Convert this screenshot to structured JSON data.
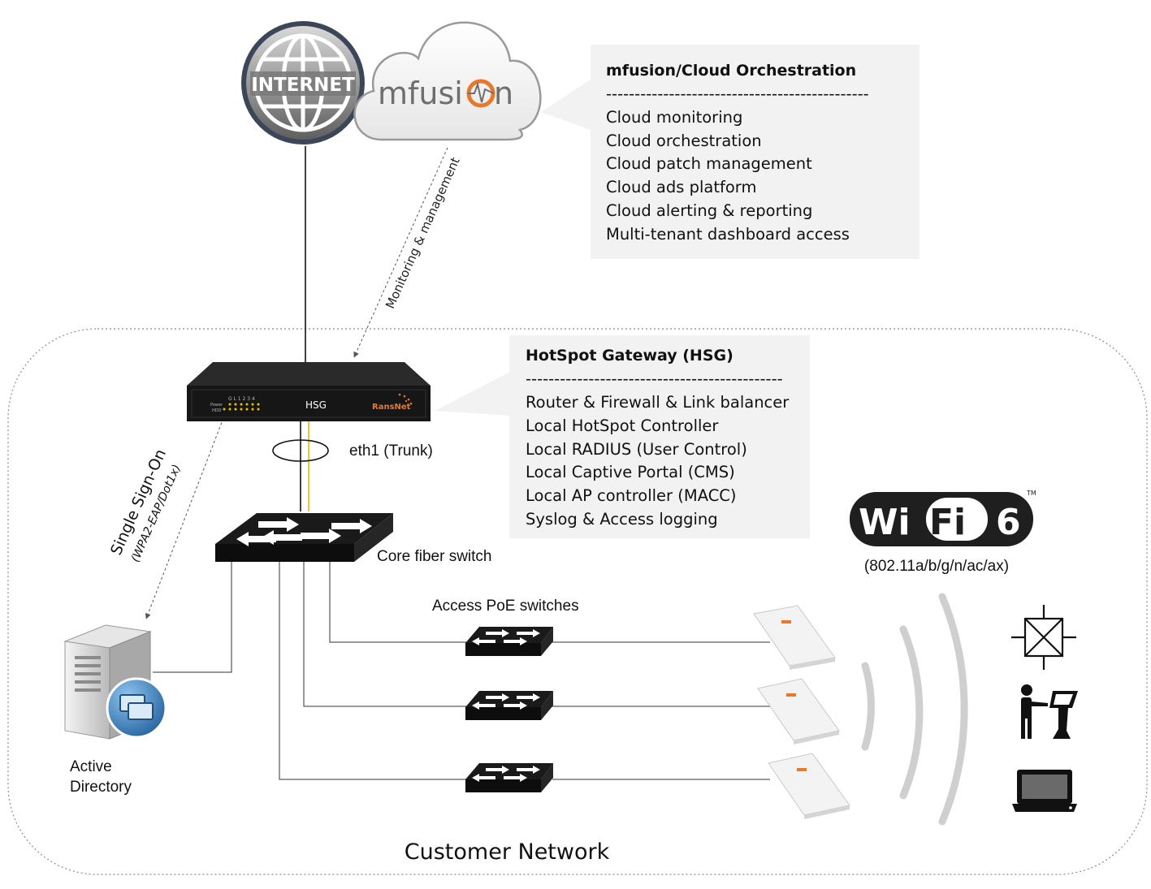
{
  "cloud": {
    "internet_label": "INTERNET",
    "mfusion_pre": "mfusi",
    "mfusion_post": "n"
  },
  "orchestration": {
    "title": "mfusion/Cloud Orchestration",
    "separator": "----------------------------------------------",
    "items": [
      "Cloud monitoring",
      "Cloud orchestration",
      "Cloud patch management",
      "Cloud ads platform",
      "Cloud alerting & reporting",
      "Multi-tenant dashboard access"
    ]
  },
  "hsg": {
    "title": "HotSpot Gateway (HSG)",
    "separator": "---------------------------------------------",
    "items": [
      "Router & Firewall & Link balancer",
      "Local HotSpot Controller",
      "Local RADIUS (User Control)",
      "Local Captive Portal (CMS)",
      "Local AP controller (MACC)",
      "Syslog & Access logging"
    ],
    "device_label": "HSG",
    "brand": "RansNet",
    "led_header": "G L 1 2 3 4",
    "led_power": "Power",
    "led_hdd": "HDD"
  },
  "links": {
    "monitoring": "Monitoring & management",
    "trunk": "eth1 (Trunk)",
    "sso_title": "Single Sign-On",
    "sso_sub": "(WPA2-EAP/Dot1x)"
  },
  "switches": {
    "core": "Core fiber switch",
    "access": "Access PoE switches"
  },
  "ad": {
    "line1": "Active",
    "line2": "Directory"
  },
  "wifi": {
    "wi": "Wi",
    "fi": "Fi",
    "six": "6",
    "tm": "TM",
    "standards": "(802.11a/b/g/n/ac/ax)"
  },
  "network_label": "Customer Network",
  "colors": {
    "callout_bg": "#f2f2f2",
    "device_dark": "#1b1b1b",
    "accent_orange": "#e8792b",
    "trunk_yellow": "#f0b400",
    "wave_gray": "#cfcfcf"
  }
}
